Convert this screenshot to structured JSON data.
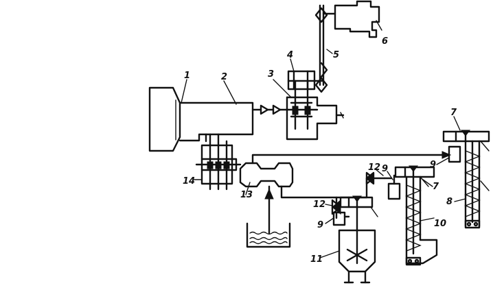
{
  "labels": {
    "l1": "1",
    "l2": "2",
    "l3": "3",
    "l4": "4",
    "l5": "5",
    "l6": "6",
    "l7a": "7",
    "l7b": "7",
    "l8": "8",
    "l9a": "9",
    "l9b": "9",
    "l9c": "9",
    "l10": "10",
    "l11": "11",
    "l12a": "12",
    "l12b": "12",
    "l13": "13",
    "l14": "14"
  }
}
